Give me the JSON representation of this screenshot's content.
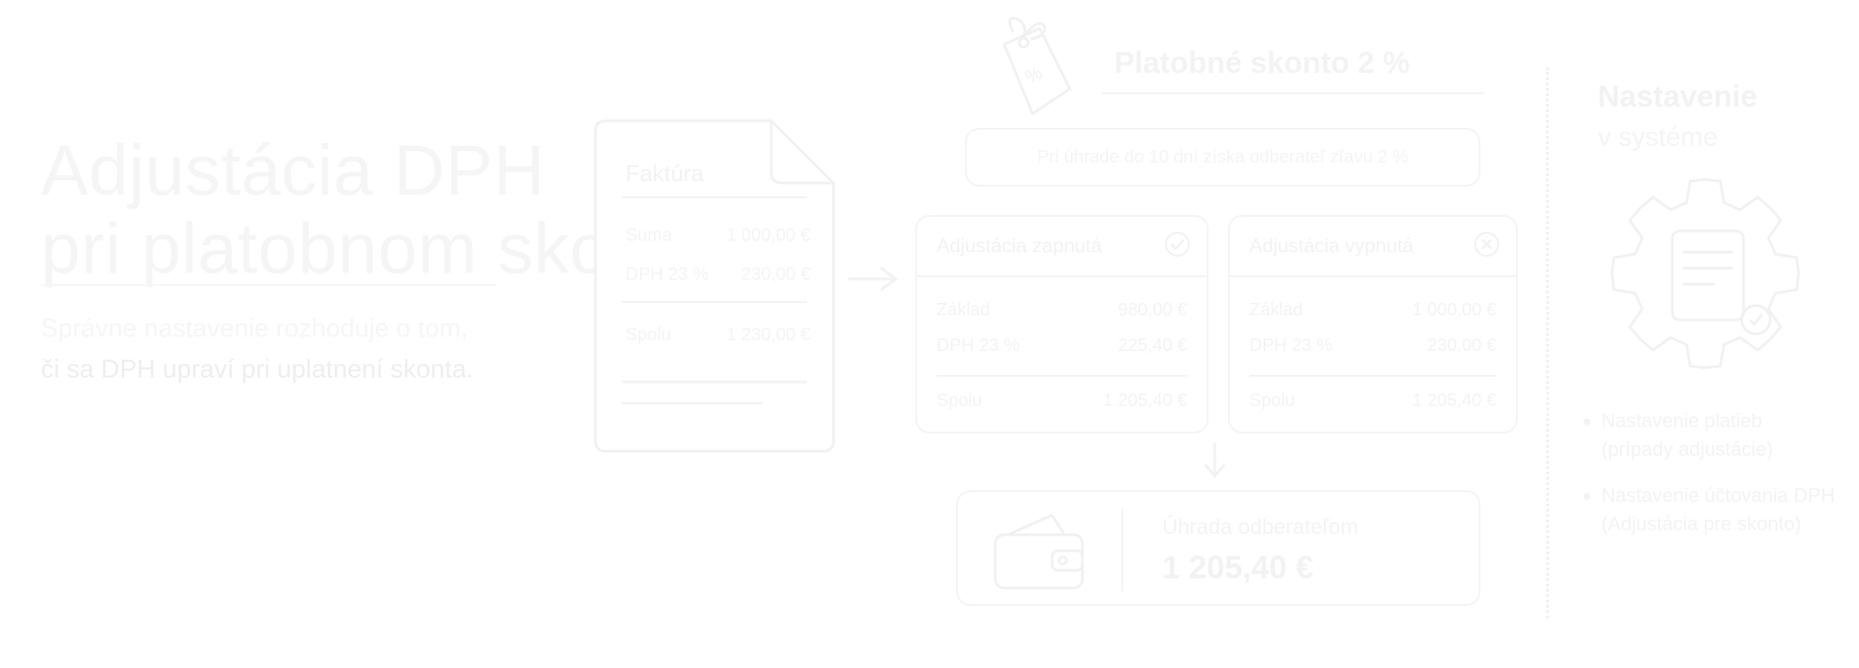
{
  "intro": {
    "title_line1": "Adjustácia DPH",
    "title_line2": "pri platobnom skonte",
    "subtitle_line1": "Správne nastavenie rozhoduje o tom,",
    "subtitle_line2": "či sa DPH upraví pri uplatnení skonta."
  },
  "invoice": {
    "title": "Faktúra",
    "rows": [
      {
        "label": "Suma",
        "value": "1 000,00 €"
      },
      {
        "label": "DPH 23 %",
        "value": "230,00 €"
      },
      {
        "label": "Spolu",
        "value": "1 230,00 €"
      }
    ]
  },
  "discount": {
    "title": "Platobné skonto 2 %",
    "note": "Pri úhrade do 10 dní získa odberateľ zľavu 2 %"
  },
  "card_with": {
    "title": "Adjustácia zapnutá",
    "rows": [
      {
        "label": "Základ",
        "value": "980,00 €"
      },
      {
        "label": "DPH 23 %",
        "value": "225,40 €"
      },
      {
        "label": "Spolu",
        "value": "1 205,40 €"
      }
    ]
  },
  "card_without": {
    "title": "Adjustácia vypnutá",
    "rows": [
      {
        "label": "Základ",
        "value": "1 000,00 €"
      },
      {
        "label": "DPH 23 %",
        "value": "230,00 €"
      },
      {
        "label": "Spolu",
        "value": "1 205,40 €"
      }
    ]
  },
  "total": {
    "label": "Úhrada odberateľom",
    "value": "1 205,40 €"
  },
  "settings": {
    "title": "Nastavenie",
    "subtitle": "v systéme",
    "bullets": [
      {
        "line1": "Nastavenie platieb",
        "line2": "(prípady adjustácie)"
      },
      {
        "line1": "Nastavenie účtovania DPH",
        "line2": "(Adjustácia pre skonto)"
      }
    ]
  },
  "icons": {
    "gift": "gift-tag-icon",
    "check": "check-icon",
    "close": "close-icon",
    "wallet": "wallet-icon",
    "gear": "gear-document-icon",
    "arrow_right": "arrow-right-icon",
    "arrow_down": "arrow-down-icon"
  }
}
